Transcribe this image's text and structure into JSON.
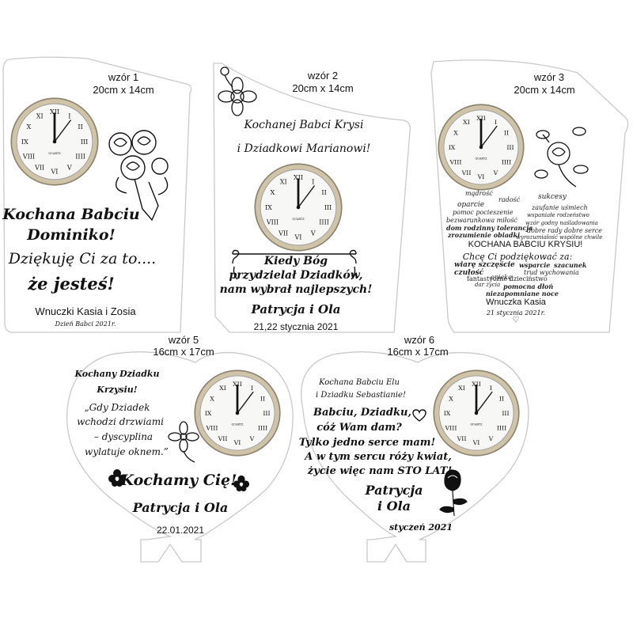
{
  "products": {
    "p1": {
      "model": "wzór 1",
      "size": "20cm x 14cm",
      "line1": "Kochana Babciu",
      "line2": "Dominiko!",
      "line3": "Dziękuję Ci za to....",
      "line4": "że jesteś!",
      "signature": "Wnuczki Kasia i Zosia",
      "date": "Dzień Babci 2021r."
    },
    "p2": {
      "model": "wzór 2",
      "size": "20cm x 14cm",
      "line1": "Kochanej Babci Krysi",
      "line2": "i Dziadkowi Marianowi!",
      "quote1": "Kiedy Bóg",
      "quote2": "przydzielał Dziadków,",
      "quote3": "nam wybrał najlepszych!",
      "signature": "Patrycja i Ola",
      "date": "21,22 stycznia 2021"
    },
    "p3": {
      "model": "wzór 3",
      "size": "20cm x 14cm",
      "words": [
        "mądrość",
        "radość",
        "sukcesy",
        "oparcie",
        "pomoc pocieszenie",
        "zaufanie uśmiech",
        "bezwarunkowa miłość",
        "wspaniałe rodzeństwo",
        "dom rodzinny tolerancja",
        "wzór godny naśladowania",
        "zrozumienie obiadki",
        "dobre rady dobre serce",
        "wyrozumiałość wspólne chwile"
      ],
      "headline": "KOCHANA BABCIU KRYSIU!",
      "thanks": "Chcę Ci podziękować za:",
      "words2": [
        "wiarę szczęście",
        "czułość",
        "opiekę",
        "wsparcie",
        "szacunek",
        "trud wychowania",
        "dar życia",
        "fantastyczne dzieciństwo",
        "pomocna dłoń",
        "niezapomniane noce"
      ],
      "signature": "Wnuczka Kasia",
      "date": "21 stycznia 2021r.",
      "heart": "♡"
    },
    "p5": {
      "model": "wzór 5",
      "size": "16cm x 17cm",
      "line1": "Kochany Dziadku",
      "line2": "Krzysiu!",
      "quote1": "„Gdy Dziadek",
      "quote2": "wchodzi drzwiami",
      "quote3": "– dyscyplina",
      "quote4": "wylatuje oknem.”",
      "line3": "Kochamy Cię!",
      "signature": "Patrycja i Ola",
      "date": "22.01.2021"
    },
    "p6": {
      "model": "wzór 6",
      "size": "16cm x 17cm",
      "line1": "Kochana Babciu Elu",
      "line2": "i Dziadku Sebastianie!",
      "poem1": "Babciu, Dziadku,",
      "poem2": "cóż Wam dam?",
      "poem3": "Tylko jedno serce mam!",
      "poem4": "A w tym sercu róży kwiat,",
      "poem5": "życie więc nam STO LAT!",
      "sig1": "Patrycja",
      "sig2": "i Ola",
      "date": "styczeń 2021"
    }
  },
  "clock": {
    "numerals": [
      "XII",
      "I",
      "II",
      "III",
      "IIII",
      "V",
      "VI",
      "VII",
      "VIII",
      "IX",
      "X",
      "XI"
    ],
    "brand": "QUARTZ"
  },
  "icons": [
    "clock-icon",
    "rose-bouquet-icon",
    "rose-icon",
    "flower-icon",
    "heart-outline-icon",
    "ornament-frame-icon"
  ]
}
